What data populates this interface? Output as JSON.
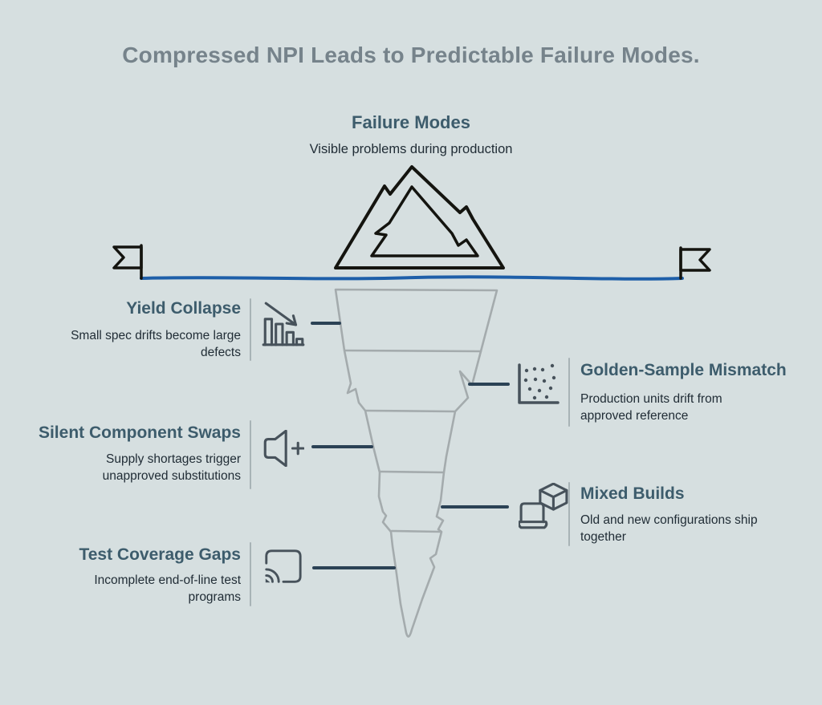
{
  "title": "Compressed NPI Leads to Predictable Failure Modes.",
  "summit": {
    "heading": "Failure Modes",
    "subheading": "Visible problems during production",
    "icon": "mountain-icon"
  },
  "waterline": {
    "left_icon": "flag-icon",
    "right_icon": "flag-icon"
  },
  "iceberg": {
    "icon": "iceberg-funnel-icon"
  },
  "left_items": [
    {
      "heading": "Yield Collapse",
      "description": "Small spec drifts become large defects",
      "icon": "declining-bar-chart-icon"
    },
    {
      "heading": "Silent Component Swaps",
      "description": "Supply shortages trigger unapproved substitutions",
      "icon": "speaker-plus-icon"
    },
    {
      "heading": "Test Coverage Gaps",
      "description": "Incomplete end-of-line test programs",
      "icon": "cast-screen-icon"
    }
  ],
  "right_items": [
    {
      "heading": "Golden-Sample Mismatch",
      "description": "Production units drift from approved reference",
      "icon": "scatter-plot-icon"
    },
    {
      "heading": "Mixed Builds",
      "description": "Old and new configurations ship together",
      "icon": "laptop-cube-icon"
    }
  ],
  "colors": {
    "background": "#d6dfe0",
    "title": "#76838b",
    "heading": "#3d5c6c",
    "body_text": "#212d36",
    "connector": "#2b4255",
    "icon": "#47525b",
    "waterline_blue": "#1e5fa9",
    "iceberg_outline": "#a4abad",
    "mountain_outline": "#14140f",
    "divider": "#a8b3b6"
  }
}
